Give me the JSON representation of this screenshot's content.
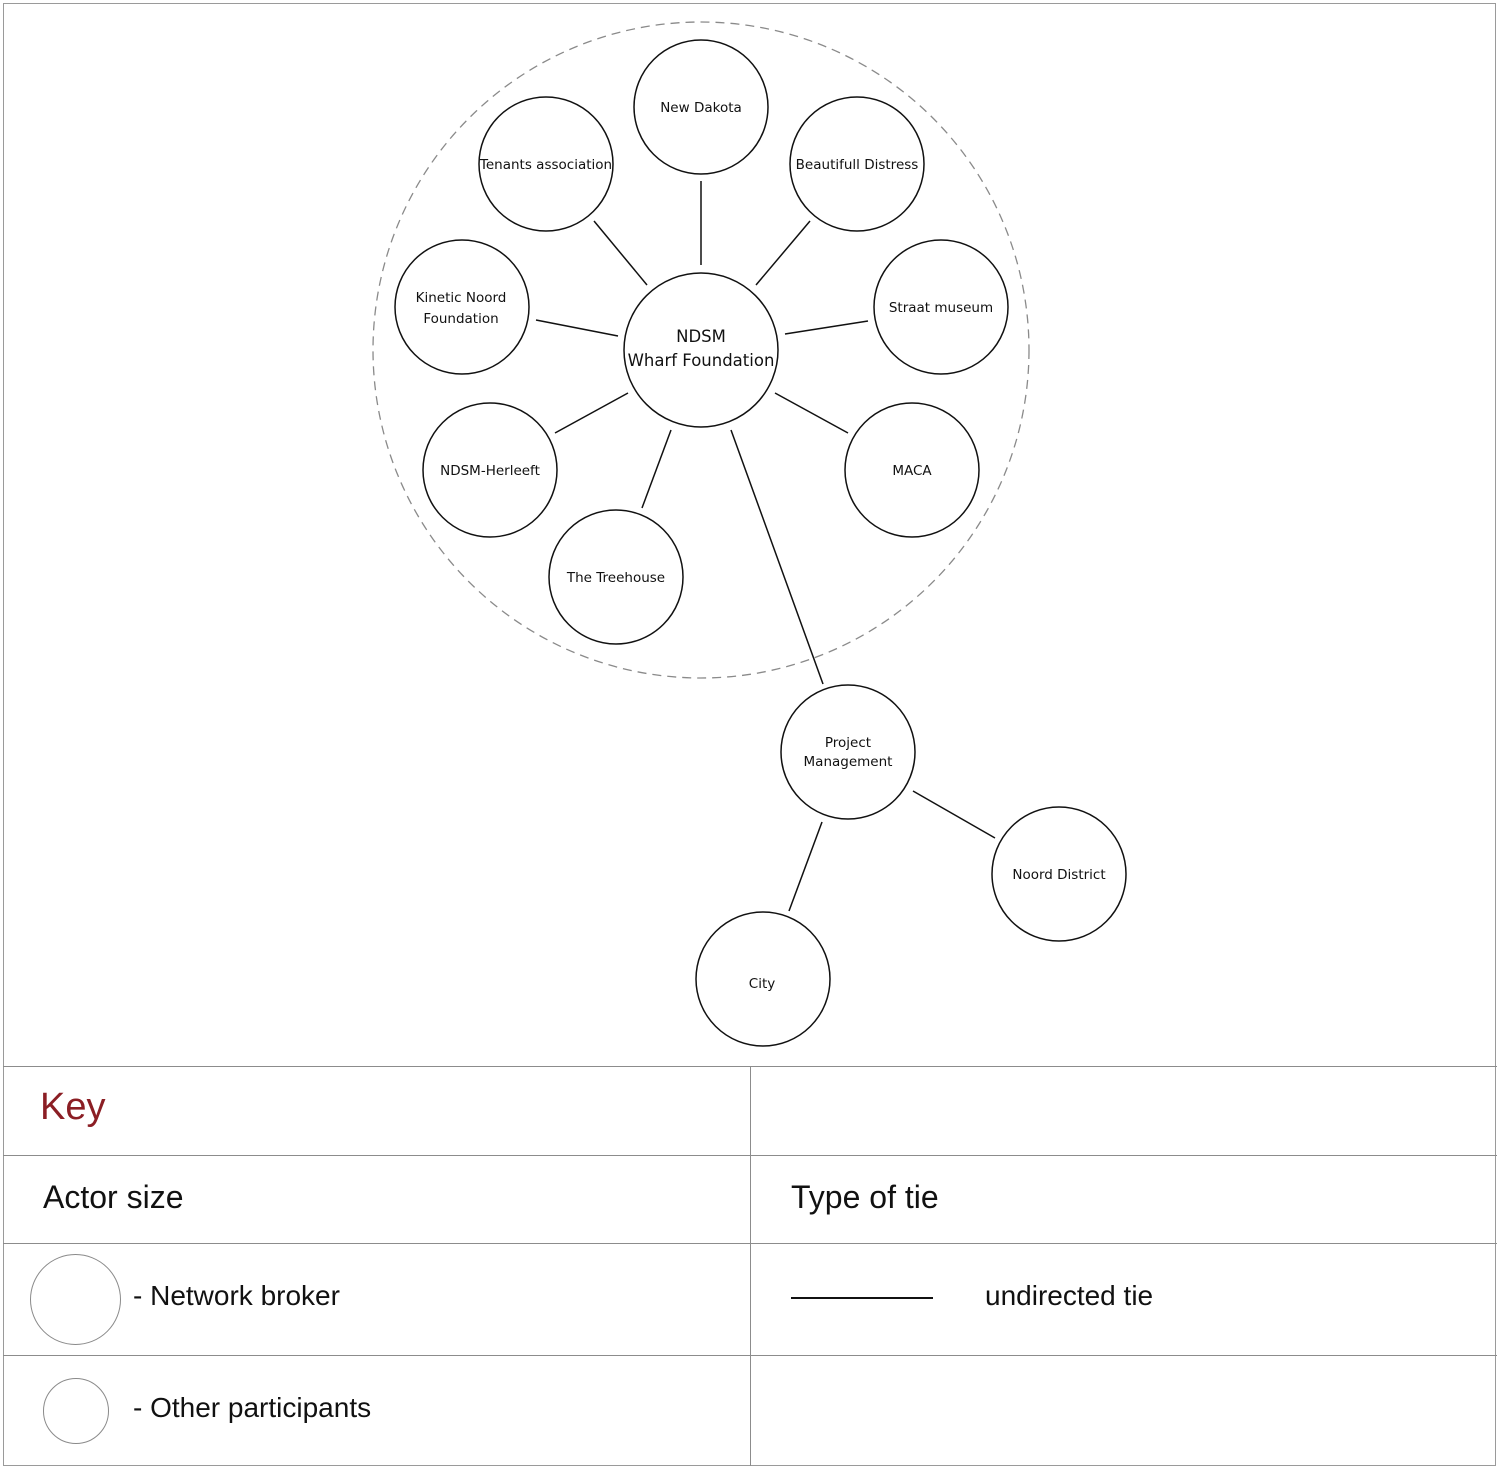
{
  "diagram": {
    "hub": {
      "line1": "NDSM",
      "line2": "Wharf Foundation"
    },
    "nodes": {
      "new_dakota": "New Dakota",
      "tenants_association": "Tenants association",
      "beautifull_distress": "Beautifull Distress",
      "kinetic_noord_line1": "Kinetic Noord",
      "kinetic_noord_line2": "Foundation",
      "straat_museum": "Straat museum",
      "ndsm_herleeft": "NDSM-Herleeft",
      "maca": "MACA",
      "the_treehouse": "The Treehouse",
      "project_management_line1": "Project",
      "project_management_line2": "Management",
      "noord_district": "Noord District",
      "city": "City"
    }
  },
  "key": {
    "title": "Key",
    "actor_size_header": "Actor size",
    "type_of_tie_header": "Type of tie",
    "network_broker": "- Network broker",
    "other_participants": "- Other participants",
    "undirected_tie": "undirected tie"
  },
  "colors": {
    "key_title": "#8b1e24",
    "lines": "#111111",
    "outline": "#8c8c8c"
  }
}
